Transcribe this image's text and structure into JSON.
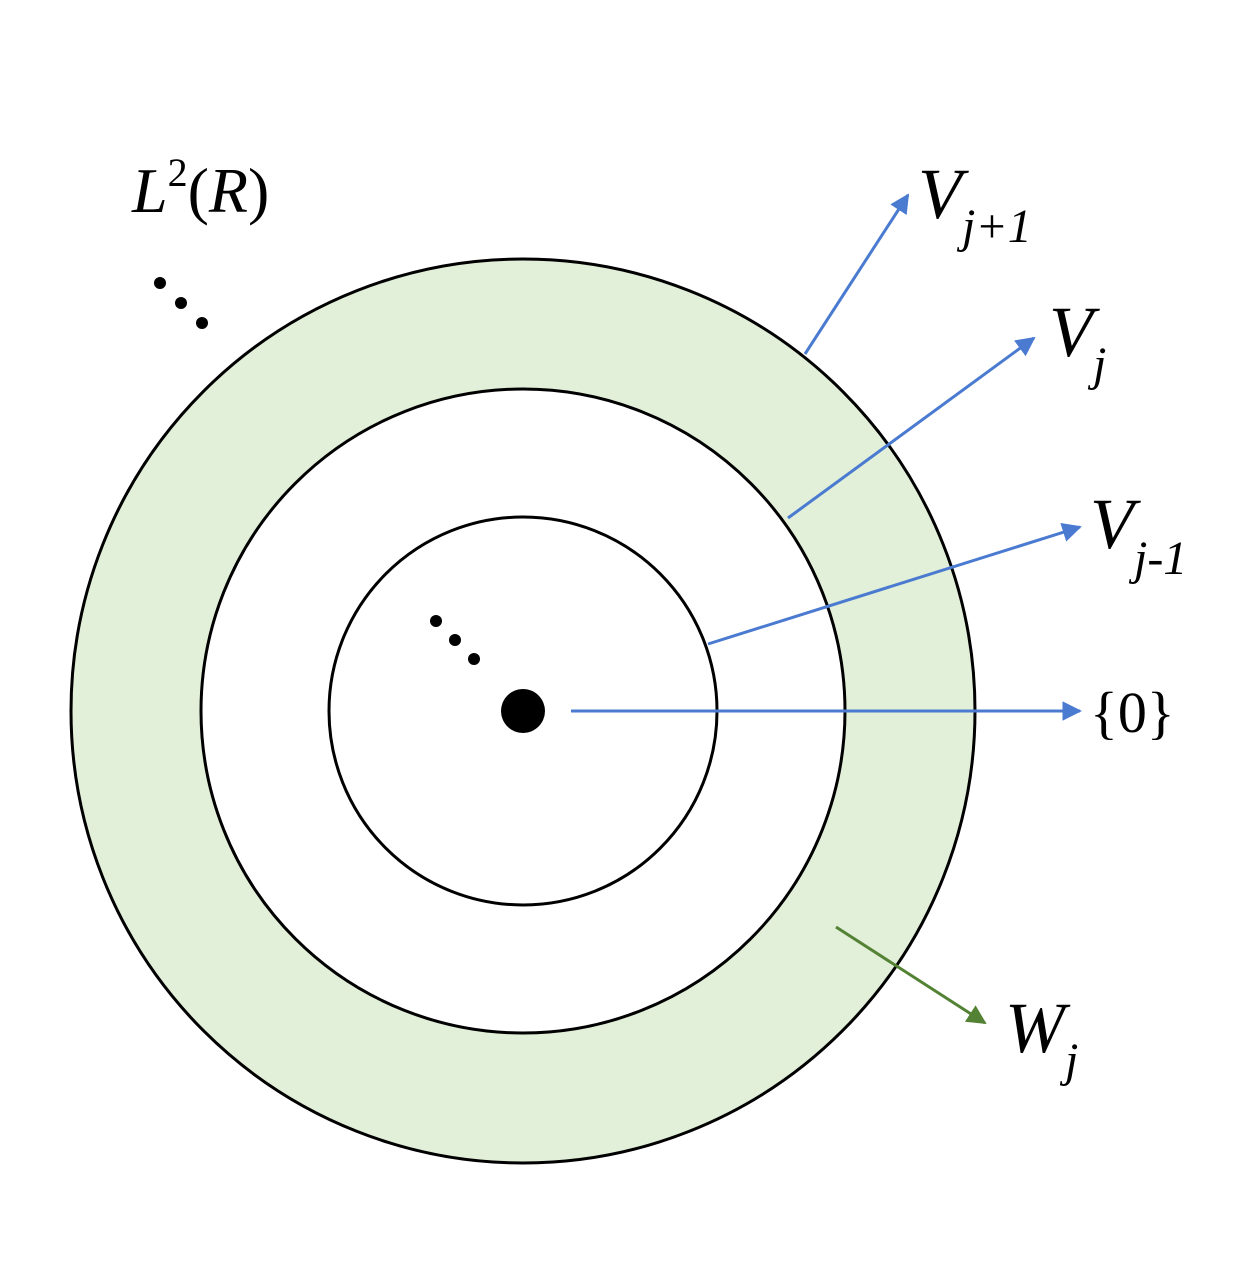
{
  "space": {
    "base": "L",
    "sup": "2",
    "arg": "R"
  },
  "labels": {
    "v_next": {
      "main": "V",
      "sub": "j+1"
    },
    "v_j": {
      "main": "V",
      "sub": "j"
    },
    "v_prev": {
      "main": "V",
      "sub": "j-1"
    },
    "zero": "{0}",
    "w_j": {
      "main": "W",
      "sub": "j"
    }
  },
  "colors": {
    "ring_fill": "#e2efd9",
    "stroke": "#000000",
    "arrow_blue": "#4a7bd0",
    "arrow_green": "#548235",
    "background": "#ffffff"
  }
}
